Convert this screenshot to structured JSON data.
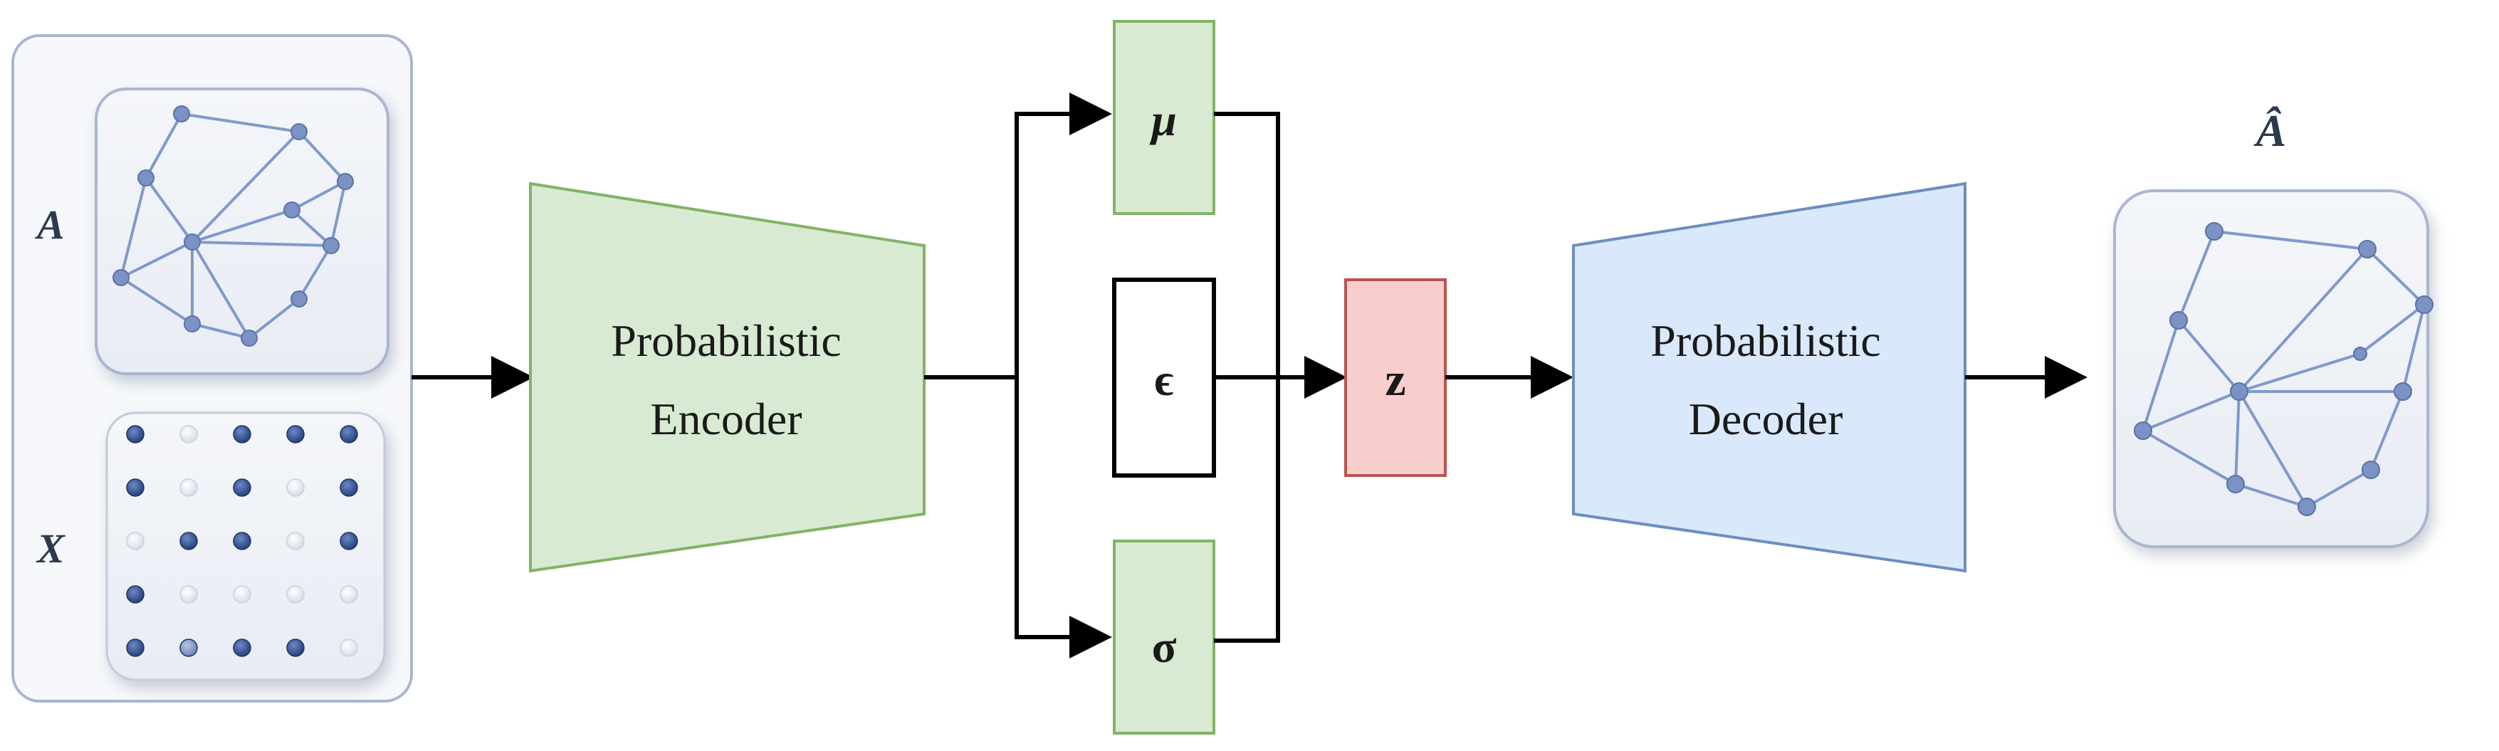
{
  "input": {
    "adjacency_label": "A",
    "features_label": "X",
    "feature_matrix": [
      [
        "dark",
        "light",
        "dark",
        "dark",
        "dark"
      ],
      [
        "dark",
        "light",
        "dark",
        "light",
        "dark"
      ],
      [
        "light",
        "dark",
        "dark",
        "light",
        "dark"
      ],
      [
        "dark",
        "light",
        "light",
        "light",
        "light"
      ],
      [
        "dark",
        "mid",
        "dark",
        "dark",
        "light"
      ]
    ]
  },
  "encoder": {
    "line1": "Probabilistic",
    "line2": "Encoder"
  },
  "latent": {
    "mu": "μ",
    "epsilon": "ϵ",
    "sigma": "σ",
    "z": "z"
  },
  "decoder": {
    "line1": "Probabilistic",
    "line2": "Decoder"
  },
  "output": {
    "label": "Â"
  },
  "colors": {
    "encoder_fill": "#d9ead3",
    "encoder_stroke": "#82b366",
    "decoder_fill": "#dae8fc",
    "decoder_stroke": "#6c8ebf",
    "z_fill": "#f8cecc",
    "z_stroke": "#b85450",
    "node": "#7b92c4",
    "edge": "#7f99cc",
    "dot_dark": "#2b4a8a",
    "dot_light": "#ffffff"
  }
}
